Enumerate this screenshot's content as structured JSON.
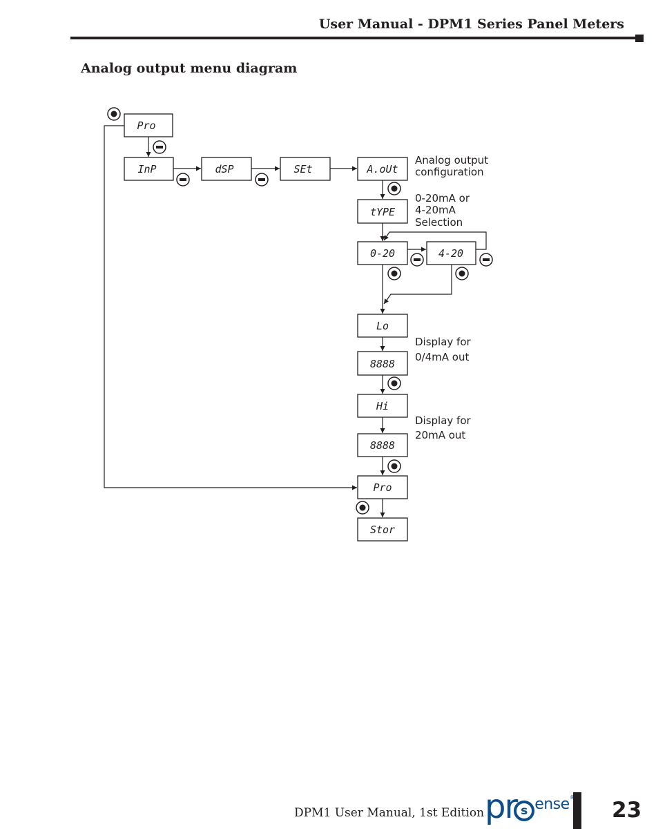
{
  "header": {
    "title": "User Manual - DPM1 Series Panel Meters"
  },
  "section": {
    "title": "Analog output menu diagram"
  },
  "diagram": {
    "displays": {
      "pro_top": "Pro",
      "inp": "InP",
      "dsp": "dSP",
      "set": "SEt",
      "aout": "A.oUt",
      "type": "tYPE",
      "opt_0_20": "0-20",
      "opt_4_20": "4-20",
      "lo": "Lo",
      "val_lo": "8888",
      "hi": "Hi",
      "val_hi": "8888",
      "pro_bottom": "Pro",
      "stor": "Stor"
    },
    "notes": {
      "aout_line1": "Analog output",
      "aout_line2": "configuration",
      "type_line1": "0-20mA or",
      "type_line2": "4-20mA",
      "type_line3": "Selection",
      "lo_line1": "Display for",
      "lo_line2": "0/4mA out",
      "hi_line1": "Display for",
      "hi_line2": "20mA out"
    },
    "icons": {
      "enter": "enter-button-icon",
      "minus": "minus-button-icon"
    }
  },
  "footer": {
    "edition": "DPM1 User Manual, 1st Edition",
    "logo_text": "prosense",
    "page_number": "23"
  },
  "colors": {
    "ink": "#231f20",
    "brand": "#0d4e8a",
    "paper": "#ffffff"
  }
}
